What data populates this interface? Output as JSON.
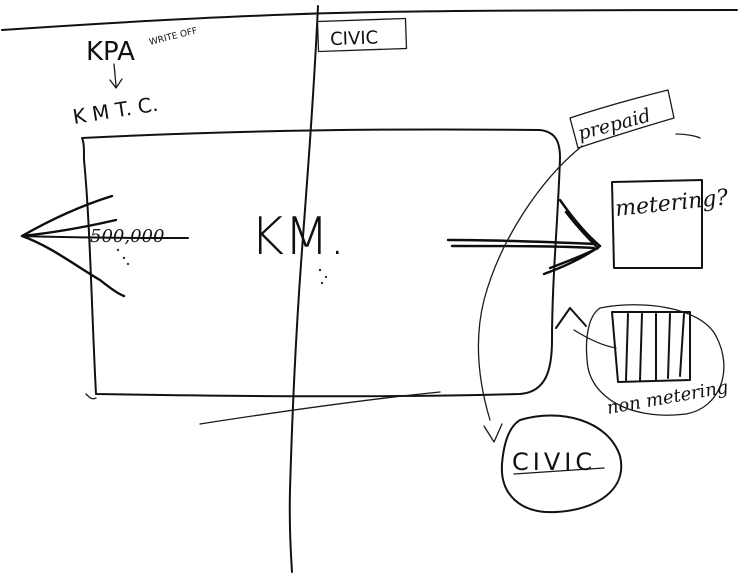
{
  "labels": {
    "kpa": "KPA",
    "write_off": "WRITE OFF",
    "kmtc": "K M T. C.",
    "civic_top": "CIVIC",
    "prepaid": "prepaid",
    "metering": "metering?",
    "non_metering": "non metering",
    "km": "KM.",
    "left_arrow_note": "500,000",
    "civic_bottom": "CIVIC"
  },
  "ink_color": "#111111",
  "background_color": "#ffffff"
}
